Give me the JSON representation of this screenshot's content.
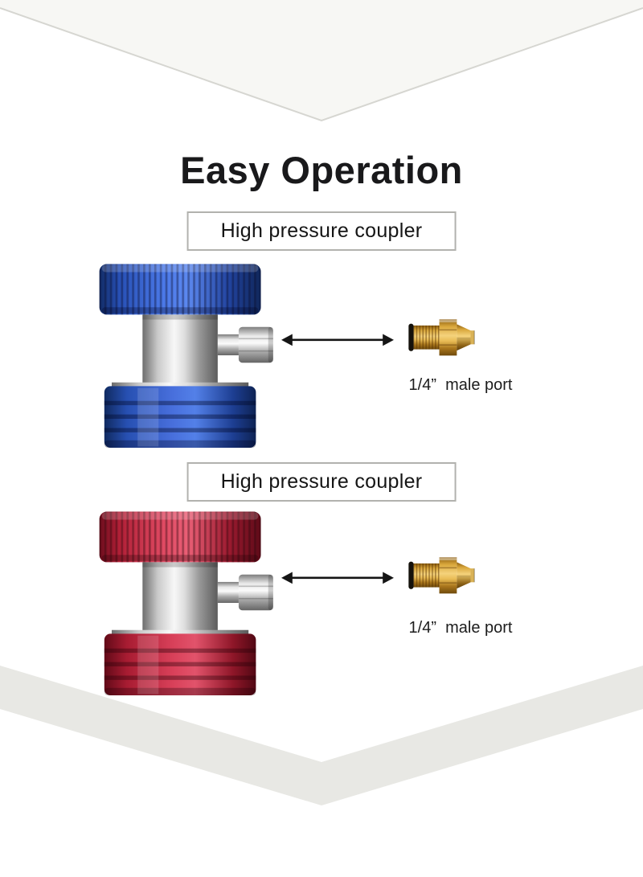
{
  "page": {
    "title": "Easy Operation",
    "background_color": "#ffffff",
    "divider_color": "#e8e8e4"
  },
  "sections": [
    {
      "label": "High pressure coupler",
      "caption": "1/4”  male port",
      "coupler": "blue quick coupler",
      "coupler_color": "#3a63d8",
      "adapter": "brass 1/4 inch male flare adapter",
      "adapter_color": "#d9a73b"
    },
    {
      "label": "High pressure coupler",
      "caption": "1/4”  male port",
      "coupler": "red quick coupler",
      "coupler_color": "#cf2742",
      "adapter": "brass 1/4 inch male flare adapter",
      "adapter_color": "#d9a73b"
    }
  ]
}
